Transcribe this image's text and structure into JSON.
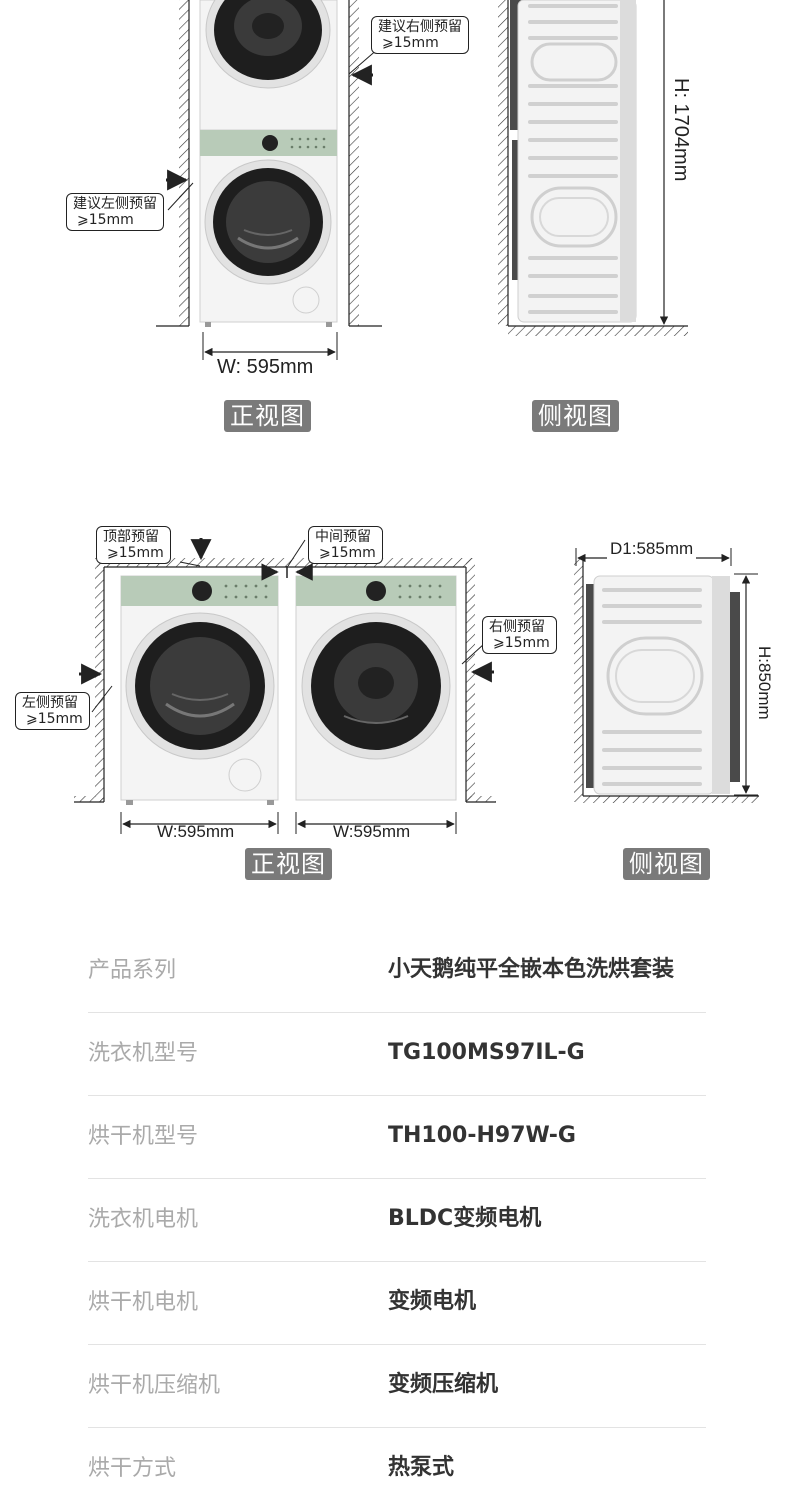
{
  "top_diagram": {
    "right_callout": {
      "line1": "建议右侧预留",
      "line2": "⩾15mm"
    },
    "left_callout": {
      "line1": "建议左侧预留",
      "line2": "⩾15mm"
    },
    "width_label": "W: 595mm",
    "height_label": "H: 1704mm",
    "front_caption": "正视图",
    "side_caption": "侧视图"
  },
  "bottom_diagram": {
    "top_callout": {
      "line1": "顶部预留",
      "line2": "⩾15mm"
    },
    "middle_callout": {
      "line1": "中间预留",
      "line2": "⩾15mm"
    },
    "right_callout": {
      "line1": "右侧预留",
      "line2": "⩾15mm"
    },
    "left_callout": {
      "line1": "左侧预留",
      "line2": "⩾15mm"
    },
    "washer_width_label": "W:595mm",
    "dryer_width_label": "W:595mm",
    "depth_label": "D1:585mm",
    "height_label": "H:850mm",
    "front_caption": "正视图",
    "side_caption": "侧视图"
  },
  "specs": [
    {
      "label": "产品系列",
      "value": "小天鹅纯平全嵌本色洗烘套装"
    },
    {
      "label": "洗衣机型号",
      "value": "TG100MS97IL-G"
    },
    {
      "label": "烘干机型号",
      "value": "TH100-H97W-G"
    },
    {
      "label": "洗衣机电机",
      "value": "BLDC变频电机"
    },
    {
      "label": "烘干机电机",
      "value": "变频电机"
    },
    {
      "label": "烘干机压缩机",
      "value": "变频压缩机"
    },
    {
      "label": "烘干方式",
      "value": "热泵式"
    }
  ],
  "colors": {
    "panel_green": "#b8cbb8",
    "caption_bg": "#7a7a7a",
    "machine_body": "#f4f4f4"
  }
}
